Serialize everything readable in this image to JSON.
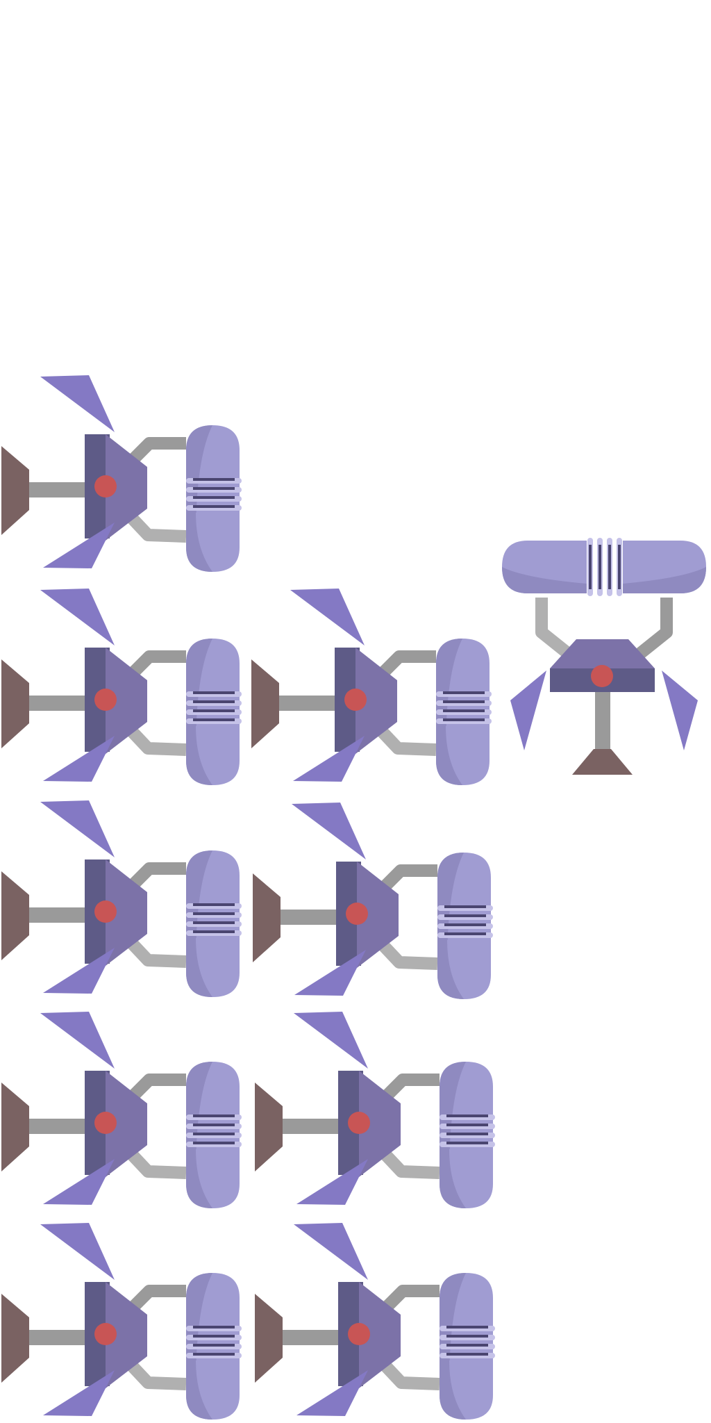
{
  "scene": {
    "background": "#ffffff",
    "sprite_kind": "mechanical-claw",
    "colors": {
      "capsule": "#a09cd2",
      "capsule_shade": "#8f8ac0",
      "spring_dark": "#4a4570",
      "spring_light": "#c5c2e8",
      "arm": "#9a9a9a",
      "arm_light": "#b0b0b0",
      "head": "#7c72a8",
      "head_dark": "#5e5b87",
      "blade": "#8479c4",
      "eye": "#c85555",
      "thruster": "#7a6262"
    },
    "sprites": [
      {
        "id": "claw-1",
        "facing": "left",
        "row": 1,
        "column": 1
      },
      {
        "id": "claw-2",
        "facing": "left",
        "row": 2,
        "column": 1
      },
      {
        "id": "claw-3",
        "facing": "left",
        "row": 2,
        "column": 2
      },
      {
        "id": "claw-4",
        "facing": "down",
        "row": 2,
        "column": 3
      },
      {
        "id": "claw-5",
        "facing": "left",
        "row": 3,
        "column": 1
      },
      {
        "id": "claw-6",
        "facing": "left",
        "row": 3,
        "column": 2
      },
      {
        "id": "claw-7",
        "facing": "left",
        "row": 4,
        "column": 1
      },
      {
        "id": "claw-8",
        "facing": "left",
        "row": 4,
        "column": 2
      },
      {
        "id": "claw-9",
        "facing": "left",
        "row": 5,
        "column": 1
      },
      {
        "id": "claw-10",
        "facing": "left",
        "row": 5,
        "column": 2
      }
    ]
  }
}
